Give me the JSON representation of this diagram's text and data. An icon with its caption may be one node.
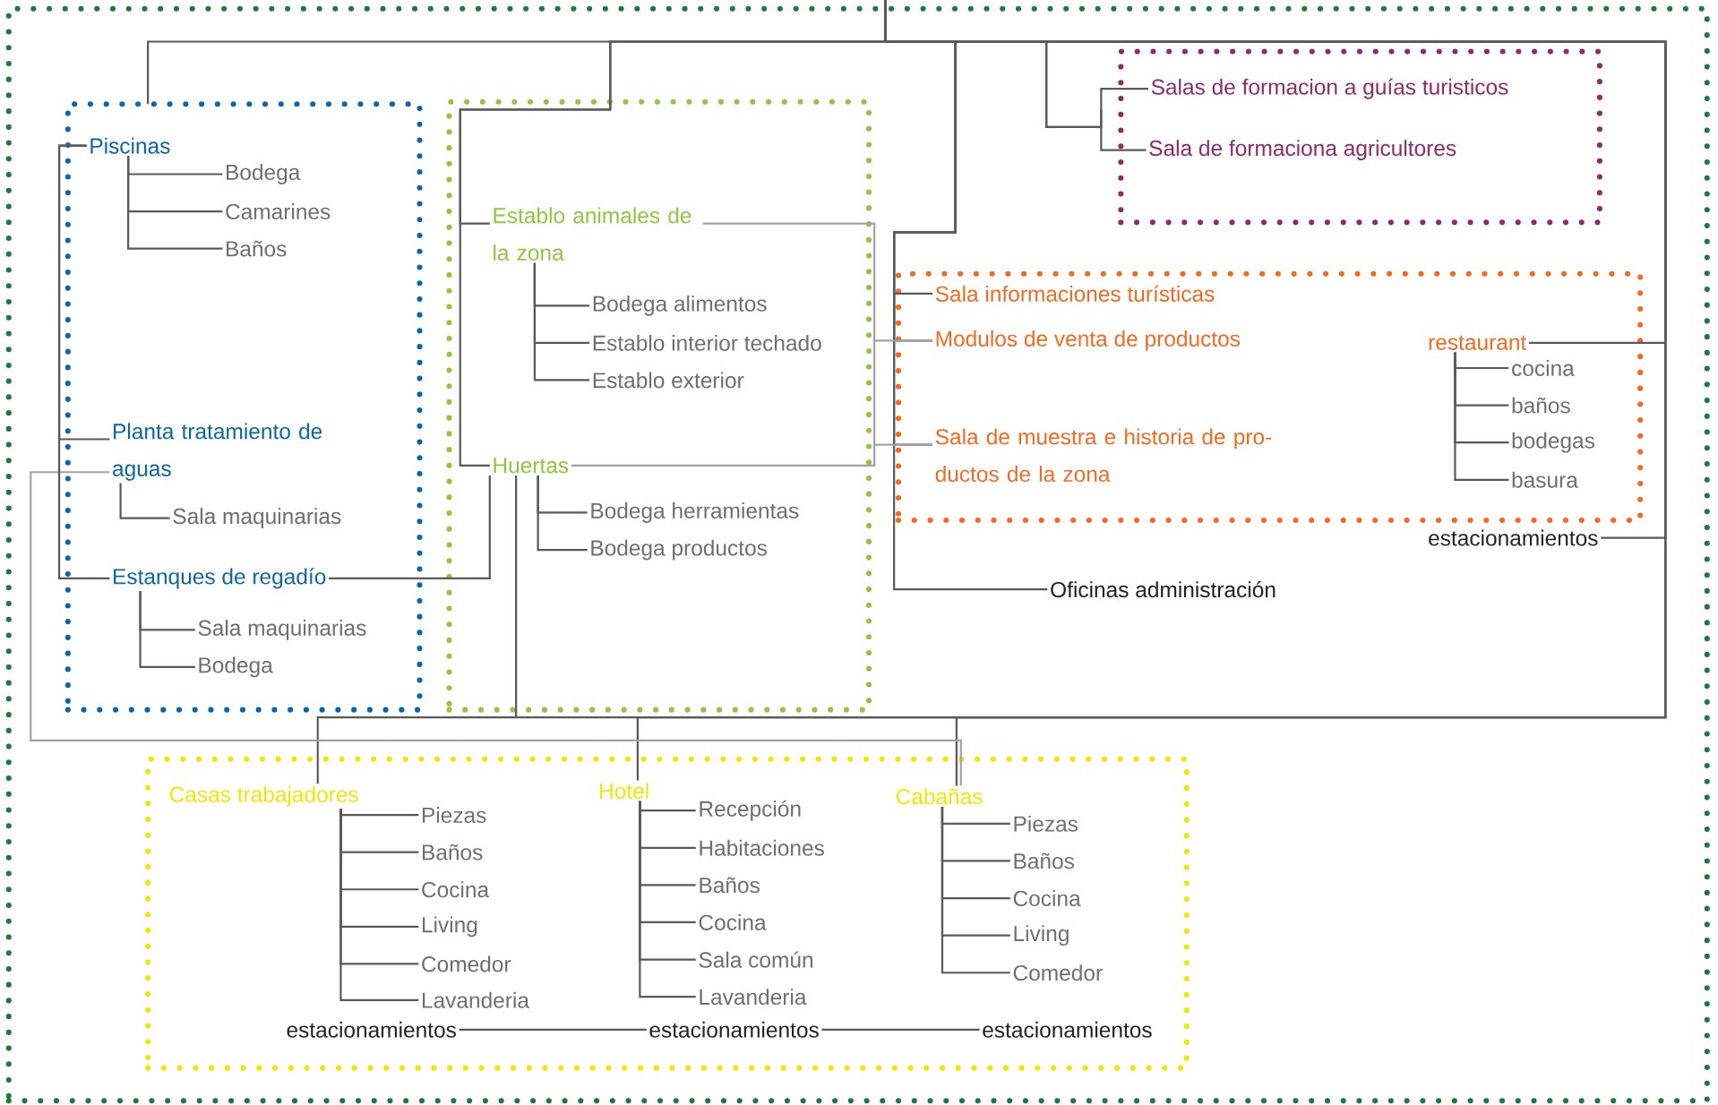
{
  "diagram": {
    "nodes": [
      {
        "text": [],
        "shape": "box"
      },
      {
        "text": [],
        "shape": "box",
        "in": 0
      },
      {
        "text": [
          "Piscinas"
        ],
        "in": 1
      },
      {
        "text": [
          "Bodega"
        ],
        "in": 1
      },
      {
        "text": [
          "Camarines"
        ],
        "in": 1
      },
      {
        "text": [
          "Baños"
        ],
        "in": 1
      },
      {
        "text": [
          "Planta tratamiento de aguas"
        ],
        "in": 1
      },
      {
        "text": [
          "Sala maquinarias"
        ],
        "in": 1
      },
      {
        "text": [
          "Estanques de regadío"
        ],
        "in": 1
      },
      {
        "text": [
          "Sala maquinarias"
        ],
        "in": 1
      },
      {
        "text": [
          "Bodega"
        ],
        "in": 1
      },
      {
        "text": [],
        "shape": "box",
        "in": 0
      },
      {
        "text": [
          "Establo animales de la zona"
        ],
        "in": 11
      },
      {
        "text": [
          "Bodega alimentos"
        ],
        "in": 11
      },
      {
        "text": [
          "Establo interior techado"
        ],
        "in": 11
      },
      {
        "text": [
          "Establo exterior"
        ],
        "in": 11
      },
      {
        "text": [
          "Huertas"
        ],
        "in": 11
      },
      {
        "text": [
          "Bodega herramientas"
        ],
        "in": 11
      },
      {
        "text": [
          "Bodega productos"
        ],
        "in": 11
      },
      {
        "text": [],
        "shape": "box",
        "in": 0
      },
      {
        "text": [
          "Salas de formacion a guías turisticos"
        ],
        "in": 19
      },
      {
        "text": [
          "Sala de formaciona agricultores"
        ],
        "in": 19
      },
      {
        "text": [],
        "shape": "box",
        "in": 0
      },
      {
        "text": [
          "Sala informaciones turísticas"
        ],
        "in": 22
      },
      {
        "text": [
          "Modulos de venta de productos"
        ],
        "in": 22
      },
      {
        "text": [
          "Sala de muestra e historia de pro- ductos de la zona"
        ],
        "in": 22
      },
      {
        "text": [
          "restaurant"
        ],
        "in": 22
      },
      {
        "text": [
          "cocina"
        ],
        "in": 22
      },
      {
        "text": [
          "baños"
        ],
        "in": 22
      },
      {
        "text": [
          "bodegas"
        ],
        "in": 22
      },
      {
        "text": [
          "basura"
        ],
        "in": 22
      },
      {
        "text": [
          "estacionamientos"
        ],
        "in": 0
      },
      {
        "text": [
          "Oficinas administración"
        ],
        "in": 0
      },
      {
        "text": [],
        "shape": "box",
        "in": 0
      },
      {
        "text": [
          "Casas trabajadores"
        ],
        "in": 33
      },
      {
        "text": [
          "Piezas"
        ],
        "in": 33
      },
      {
        "text": [
          "Baños"
        ],
        "in": 33
      },
      {
        "text": [
          "Cocina"
        ],
        "in": 33
      },
      {
        "text": [
          "Living"
        ],
        "in": 33
      },
      {
        "text": [
          "Comedor"
        ],
        "in": 33
      },
      {
        "text": [
          "Lavanderia"
        ],
        "in": 33
      },
      {
        "text": [
          "Hotel"
        ],
        "in": 33
      },
      {
        "text": [
          "Recepción"
        ],
        "in": 33
      },
      {
        "text": [
          "Habitaciones"
        ],
        "in": 33
      },
      {
        "text": [
          "Baños"
        ],
        "in": 33
      },
      {
        "text": [
          "Cocina"
        ],
        "in": 33
      },
      {
        "text": [
          "Sala común"
        ],
        "in": 33
      },
      {
        "text": [
          "Lavanderia"
        ],
        "in": 33
      },
      {
        "text": [
          "Cabañas"
        ],
        "in": 33
      },
      {
        "text": [
          "Piezas"
        ],
        "in": 33
      },
      {
        "text": [
          "Baños"
        ],
        "in": 33
      },
      {
        "text": [
          "Cocina"
        ],
        "in": 33
      },
      {
        "text": [
          "Living"
        ],
        "in": 33
      },
      {
        "text": [
          "Comedor"
        ],
        "in": 33
      },
      {
        "text": [
          "estacionamientos"
        ],
        "in": 33
      },
      {
        "text": [
          "estacionamientos"
        ],
        "in": 33
      },
      {
        "text": [
          "estacionamientos"
        ],
        "in": 33
      }
    ],
    "edges": [
      {
        "from": null,
        "to": 1,
        "arrow": "none"
      },
      {
        "from": null,
        "to": 12,
        "arrow": "none"
      },
      {
        "from": null,
        "to": 16,
        "arrow": "none"
      },
      {
        "from": null,
        "to": 23,
        "arrow": "none"
      },
      {
        "from": null,
        "to": 24,
        "arrow": "none"
      },
      {
        "from": null,
        "to": 25,
        "arrow": "none"
      },
      {
        "from": null,
        "to": 32,
        "arrow": "none"
      },
      {
        "from": null,
        "to": 20,
        "arrow": "none"
      },
      {
        "from": null,
        "to": 21,
        "arrow": "none"
      },
      {
        "from": null,
        "to": 26,
        "arrow": "none"
      },
      {
        "from": null,
        "to": 31,
        "arrow": "none"
      },
      {
        "from": null,
        "to": 34,
        "arrow": "none"
      },
      {
        "from": null,
        "to": 41,
        "arrow": "none"
      },
      {
        "from": null,
        "to": 48,
        "arrow": "none"
      },
      {
        "from": 16,
        "to": null,
        "arrow": "none"
      },
      {
        "from": 16,
        "to": 8,
        "arrow": "none"
      },
      {
        "from": 12,
        "to": 24,
        "arrow": "none",
        "color": "#a3a3a3"
      },
      {
        "from": 12,
        "to": 25,
        "arrow": "none",
        "color": "#a3a3a3"
      },
      {
        "from": 16,
        "to": 24,
        "arrow": "none",
        "color": "#a3a3a3"
      },
      {
        "from": 16,
        "to": 25,
        "arrow": "none",
        "color": "#a3a3a3"
      },
      {
        "from": 6,
        "to": 48,
        "arrow": "none",
        "color": "#a3a3a3"
      },
      {
        "from": 2,
        "to": 6,
        "arrow": "none"
      },
      {
        "from": 2,
        "to": 8,
        "arrow": "none"
      },
      {
        "from": 2,
        "to": 3,
        "arrow": "none"
      },
      {
        "from": 2,
        "to": 4,
        "arrow": "none"
      },
      {
        "from": 2,
        "to": 5,
        "arrow": "none"
      },
      {
        "from": 6,
        "to": 7,
        "arrow": "none"
      },
      {
        "from": 8,
        "to": 9,
        "arrow": "none"
      },
      {
        "from": 8,
        "to": 10,
        "arrow": "none"
      },
      {
        "from": 12,
        "to": 13,
        "arrow": "none"
      },
      {
        "from": 12,
        "to": 14,
        "arrow": "none"
      },
      {
        "from": 12,
        "to": 15,
        "arrow": "none"
      },
      {
        "from": 16,
        "to": 17,
        "arrow": "none"
      },
      {
        "from": 16,
        "to": 18,
        "arrow": "none"
      },
      {
        "from": 26,
        "to": 27,
        "arrow": "none"
      },
      {
        "from": 26,
        "to": 28,
        "arrow": "none"
      },
      {
        "from": 26,
        "to": 29,
        "arrow": "none"
      },
      {
        "from": 26,
        "to": 30,
        "arrow": "none"
      },
      {
        "from": 34,
        "to": 35,
        "arrow": "none"
      },
      {
        "from": 34,
        "to": 36,
        "arrow": "none"
      },
      {
        "from": 34,
        "to": 37,
        "arrow": "none"
      },
      {
        "from": 34,
        "to": 38,
        "arrow": "none"
      },
      {
        "from": 34,
        "to": 39,
        "arrow": "none"
      },
      {
        "from": 34,
        "to": 40,
        "arrow": "none"
      },
      {
        "from": 41,
        "to": 42,
        "arrow": "none"
      },
      {
        "from": 41,
        "to": 43,
        "arrow": "none"
      },
      {
        "from": 41,
        "to": 44,
        "arrow": "none"
      },
      {
        "from": 41,
        "to": 45,
        "arrow": "none"
      },
      {
        "from": 41,
        "to": 46,
        "arrow": "none"
      },
      {
        "from": 41,
        "to": 47,
        "arrow": "none"
      },
      {
        "from": 48,
        "to": 49,
        "arrow": "none"
      },
      {
        "from": 48,
        "to": 50,
        "arrow": "none"
      },
      {
        "from": 48,
        "to": 51,
        "arrow": "none"
      },
      {
        "from": 48,
        "to": 52,
        "arrow": "none"
      },
      {
        "from": 48,
        "to": 53,
        "arrow": "none"
      },
      {
        "from": 54,
        "to": 55,
        "arrow": "none"
      },
      {
        "from": 55,
        "to": 56,
        "arrow": "none"
      }
    ]
  }
}
